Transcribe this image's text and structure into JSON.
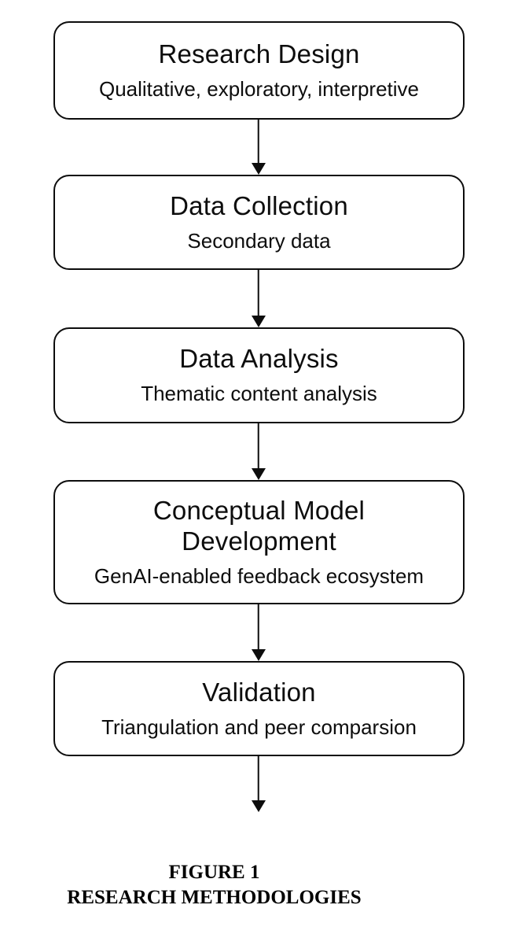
{
  "flowchart": {
    "boxes": [
      {
        "title": "Research Design",
        "subtitle": "Qualitative, exploratory, interpretive"
      },
      {
        "title": "Data Collection",
        "subtitle": "Secondary data"
      },
      {
        "title": "Data Analysis",
        "subtitle": "Thematic content analysis"
      },
      {
        "title": "Conceptual Model\nDevelopment",
        "subtitle": "GenAI-enabled feedback ecosystem"
      },
      {
        "title": "Validation",
        "subtitle": "Triangulation and peer comparsion"
      }
    ],
    "colors": {
      "stroke": "#0d0d0d",
      "background": "#ffffff",
      "text": "#0d0d0d"
    }
  },
  "caption": {
    "figure_label": "FIGURE 1",
    "figure_title": "RESEARCH METHODOLOGIES"
  }
}
